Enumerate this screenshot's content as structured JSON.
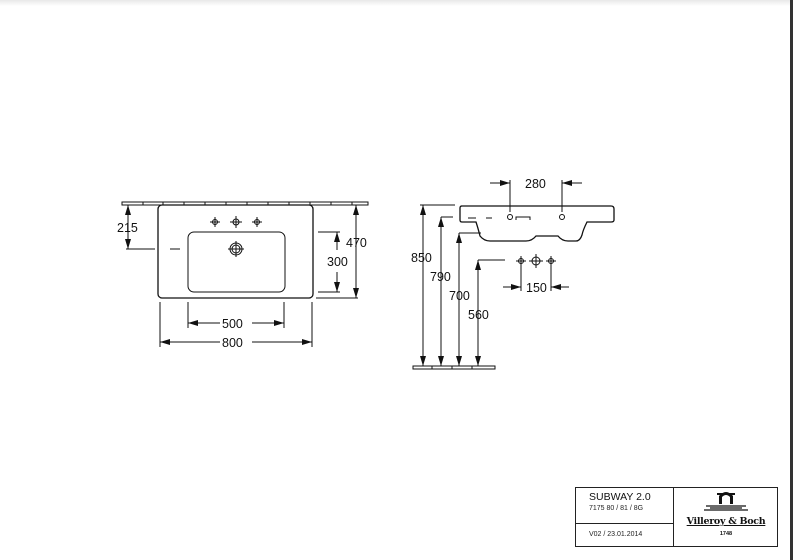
{
  "drawing": {
    "front_view": {
      "dim_tap_height": "215",
      "dim_bowl_depth": "300",
      "dim_total_depth": "470",
      "dim_bowl_width": "500",
      "dim_total_width": "800"
    },
    "side_view": {
      "dim_tap_spacing": "280",
      "dim_850": "850",
      "dim_790": "790",
      "dim_700": "700",
      "dim_560": "560",
      "dim_outlet_spacing": "150"
    }
  },
  "title_block": {
    "product": "SUBWAY 2.0",
    "article_numbers": "7175 80 / 81 / 8G",
    "version": "V02 / 23.01.2014",
    "logo_text": "Villeroy & Boch",
    "logo_year": "1748"
  }
}
